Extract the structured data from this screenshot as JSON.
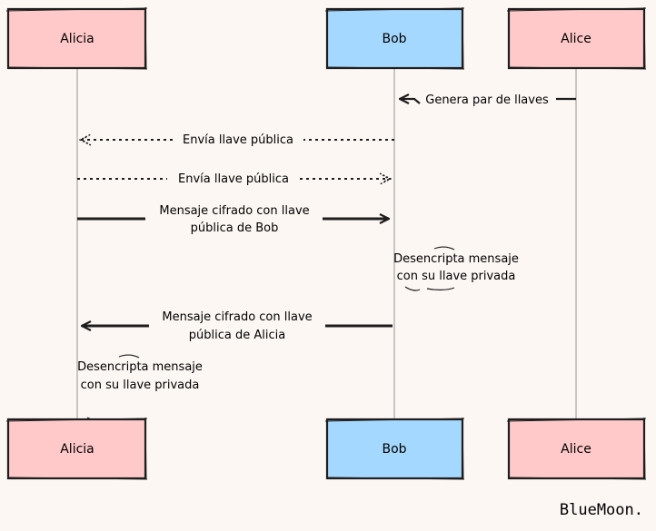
{
  "participants": [
    {
      "id": "alicia",
      "label": "Alicia",
      "fill": "#ffc9c9"
    },
    {
      "id": "bob",
      "label": "Bob",
      "fill": "#a5d8ff"
    },
    {
      "id": "alice",
      "label": "Alice",
      "fill": "#ffc9c9"
    }
  ],
  "messages": [
    {
      "id": "msg-generate-keys",
      "from": "alice",
      "to": "bob",
      "lines": [
        "Genera par de llaves"
      ],
      "style": "solid",
      "head": "filled"
    },
    {
      "id": "msg-send-public-key-1",
      "from": "bob",
      "to": "alicia",
      "lines": [
        "Envía llave pública"
      ],
      "style": "dotted",
      "head": "open"
    },
    {
      "id": "msg-send-public-key-2",
      "from": "alicia",
      "to": "bob",
      "lines": [
        "Envía llave pública"
      ],
      "style": "dotted",
      "head": "open"
    },
    {
      "id": "msg-encrypted-bob",
      "from": "alicia",
      "to": "bob",
      "lines": [
        "Mensaje cifrado con llave",
        "pública de Bob"
      ],
      "style": "solid",
      "head": "filled"
    },
    {
      "id": "msg-encrypted-alicia",
      "from": "bob",
      "to": "alicia",
      "lines": [
        "Mensaje cifrado con llave",
        "pública de Alicia"
      ],
      "style": "solid",
      "head": "filled"
    }
  ],
  "notes": [
    {
      "id": "note-bob-decrypt",
      "at": "bob",
      "lines": [
        "Desencripta mensaje",
        "con su llave privada"
      ]
    },
    {
      "id": "note-alicia-decrypt",
      "at": "alicia",
      "lines": [
        "Desencripta mensaje",
        "con su llave privada"
      ]
    }
  ],
  "watermark": "BlueMoon.",
  "colors": {
    "background": "#fcf7f3",
    "stroke": "#1e1e1e",
    "lifeline": "#a6a6a6"
  }
}
